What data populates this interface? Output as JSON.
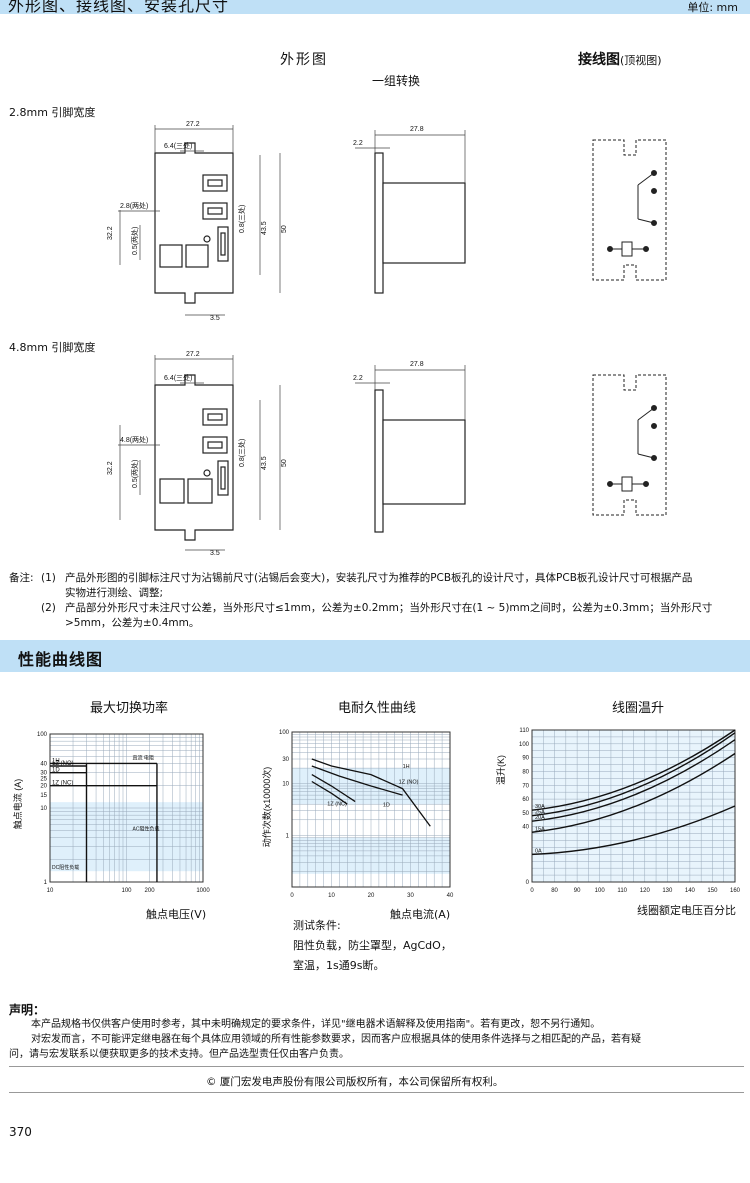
{
  "header": {
    "title": "外形图、接线图、安装孔尺寸",
    "unit": "单位: mm"
  },
  "outline": {
    "title": "外形图",
    "subtitle": "一组转换",
    "wiring_title": "接线图",
    "wiring_note": "(顶视图)",
    "variant1": {
      "label": "2.8mm 引脚宽度",
      "dims": {
        "width": "27.2",
        "pin_pitch": "6.4(三处)",
        "pin_width": "2.8(两处)",
        "height": "32.2",
        "thick": "0.5(两处)",
        "pin_thick": "0.8(三处)",
        "h435": "43.5",
        "h50": "50",
        "hole": "3.5",
        "side_w": "27.8",
        "side_t": "2.2"
      }
    },
    "variant2": {
      "label": "4.8mm 引脚宽度",
      "dims": {
        "width": "27.2",
        "pin_pitch": "6.4(三处)",
        "pin_width": "4.8(两处)",
        "height": "32.2",
        "thick": "0.5(两处)",
        "pin_thick": "0.8(三处)",
        "h435": "43.5",
        "h50": "50",
        "hole": "3.5",
        "side_w": "27.8",
        "side_t": "2.2"
      }
    }
  },
  "notes": {
    "prefix": "备注:",
    "n1_num": "(1)",
    "n1_line1": "产品外形图的引脚标注尺寸为沾锡前尺寸(沾锡后会变大)，安装孔尺寸为推荐的PCB板孔的设计尺寸，具体PCB板孔设计尺寸可根据产品",
    "n1_line2": "实物进行测绘、调整;",
    "n2_num": "(2)",
    "n2_line1": "产品部分外形尺寸未注尺寸公差，当外形尺寸≤1mm，公差为±0.2mm；当外形尺寸在(1 ~ 5)mm之间时，公差为±0.3mm；当外形尺寸",
    "n2_line2": ">5mm，公差为±0.4mm。"
  },
  "curves": {
    "title": "性能曲线图",
    "chart_data": [
      {
        "type": "line",
        "title": "最大切换功率",
        "xlabel": "触点电压(V)",
        "ylabel": "触点电流 (A)",
        "x_scale": "log",
        "y_scale": "log",
        "xlim": [
          10,
          1000
        ],
        "ylim": [
          1,
          100
        ],
        "xticks": [
          "10",
          "100",
          "200",
          "1000"
        ],
        "yticks": [
          "1",
          "10",
          "15",
          "20",
          "25",
          "30",
          "40",
          "100"
        ],
        "series": [
          {
            "name": "1H",
            "points": [
              [
                10,
                40
              ],
              [
                30,
                40
              ]
            ]
          },
          {
            "name": "1Z (NO)",
            "points": [
              [
                10,
                37
              ],
              [
                30,
                37
              ]
            ]
          },
          {
            "name": "1D",
            "points": [
              [
                10,
                30
              ],
              [
                30,
                30
              ]
            ]
          },
          {
            "name": "1Z (NC)",
            "points": [
              [
                10,
                20
              ],
              [
                250,
                20
              ]
            ]
          }
        ],
        "annotations": [
          "直流 电阻",
          "AC阻性负载",
          "DC阻性负载"
        ]
      },
      {
        "type": "line",
        "title": "电耐久性曲线",
        "xlabel": "触点电流(A)",
        "ylabel": "动作次数(x10000次)",
        "y_scale": "log",
        "xlim": [
          0,
          40
        ],
        "ylim": [
          0.1,
          100
        ],
        "xticks": [
          "0",
          "10",
          "20",
          "30",
          "40"
        ],
        "yticks": [
          "1",
          "10",
          "30",
          "100"
        ],
        "series": [
          {
            "name": "1H",
            "points": [
              [
                5,
                30
              ],
              [
                10,
                22
              ],
              [
                20,
                15
              ],
              [
                28,
                8
              ],
              [
                35,
                1.5
              ]
            ]
          },
          {
            "name": "1Z (NO)",
            "points": [
              [
                5,
                22
              ],
              [
                12,
                14
              ],
              [
                20,
                9
              ],
              [
                28,
                6
              ]
            ]
          },
          {
            "name": "1D",
            "points": [
              [
                5,
                15
              ],
              [
                10,
                9
              ],
              [
                16,
                4.5
              ]
            ]
          },
          {
            "name": "1Z (NC)",
            "points": [
              [
                5,
                11
              ],
              [
                10,
                6.5
              ],
              [
                14,
                4
              ]
            ]
          }
        ],
        "test_label": "测试条件:",
        "test_line1": "阻性负载，防尘罩型，AgCdO，",
        "test_line2": "室温，1s通9s断。"
      },
      {
        "type": "line",
        "title": "线圈温升",
        "xlabel": "线圈额定电压百分比",
        "ylabel": "温升(K)",
        "xlim": [
          70,
          160
        ],
        "ylim": [
          0,
          110
        ],
        "xticks": [
          "0",
          "80",
          "90",
          "100",
          "110",
          "120",
          "130",
          "140",
          "150",
          "160"
        ],
        "yticks": [
          "0",
          "40",
          "50",
          "60",
          "70",
          "80",
          "90",
          "100",
          "110"
        ],
        "series": [
          {
            "name": "30A",
            "points": [
              [
                70,
                52
              ],
              [
                100,
                62
              ],
              [
                130,
                80
              ],
              [
                160,
                113
              ]
            ]
          },
          {
            "name": "25A",
            "points": [
              [
                70,
                48
              ],
              [
                100,
                58
              ],
              [
                130,
                76
              ],
              [
                160,
                108
              ]
            ]
          },
          {
            "name": "20A",
            "points": [
              [
                70,
                44
              ],
              [
                100,
                54
              ],
              [
                130,
                72
              ],
              [
                160,
                103
              ]
            ]
          },
          {
            "name": "15A",
            "points": [
              [
                70,
                36
              ],
              [
                100,
                46
              ],
              [
                130,
                62
              ],
              [
                160,
                93
              ]
            ]
          },
          {
            "name": "0A",
            "points": [
              [
                70,
                20
              ],
              [
                100,
                25
              ],
              [
                130,
                35
              ],
              [
                160,
                55
              ]
            ]
          }
        ]
      }
    ]
  },
  "statement": {
    "title": "声明：",
    "line1": "本产品规格书仅供客户使用时参考，其中未明确规定的要求条件，详见\"继电器术语解释及使用指南\"。若有更改，恕不另行通知。",
    "line2": "对宏发而言，不可能评定继电器在每个具体应用领域的所有性能参数要求，因而客户应根据具体的使用条件选择与之相匹配的产品，若有疑",
    "line3": "问，请与宏发联系以便获取更多的技术支持。但产品选型责任仅由客户负责。",
    "copyright": "© 厦门宏发电声股份有限公司版权所有，本公司保留所有权利。"
  },
  "page_number": "370"
}
